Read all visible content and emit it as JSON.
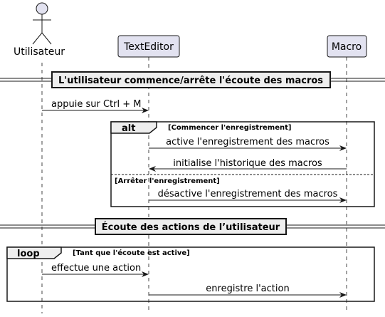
{
  "participants": {
    "user": "Utilisateur",
    "editor": "TextEditor",
    "macro": "Macro"
  },
  "dividers": [
    "L'utilisateur commence/arrête l'écoute des macros",
    "Écoute des actions de l’utilisateur"
  ],
  "messages": [
    "appuie sur Ctrl + M",
    "active l'enregistrement des macros",
    "initialise l'historique des macros",
    "désactive l'enregistrement des macros",
    "effectue une action",
    "enregistre l'action"
  ],
  "fragments": {
    "alt": {
      "keyword": "alt",
      "guard1": "[Commencer l'enregistrement]",
      "guard2": "[Arrêter l'enregistrement]"
    },
    "loop": {
      "keyword": "loop",
      "guard": "[Tant que l'écoute est active]"
    }
  },
  "colors": {
    "participant_fill": "#e2e2f0",
    "participant_stroke": "#181818",
    "divider_fill": "#eeeeee",
    "lifeline": "#181818"
  }
}
